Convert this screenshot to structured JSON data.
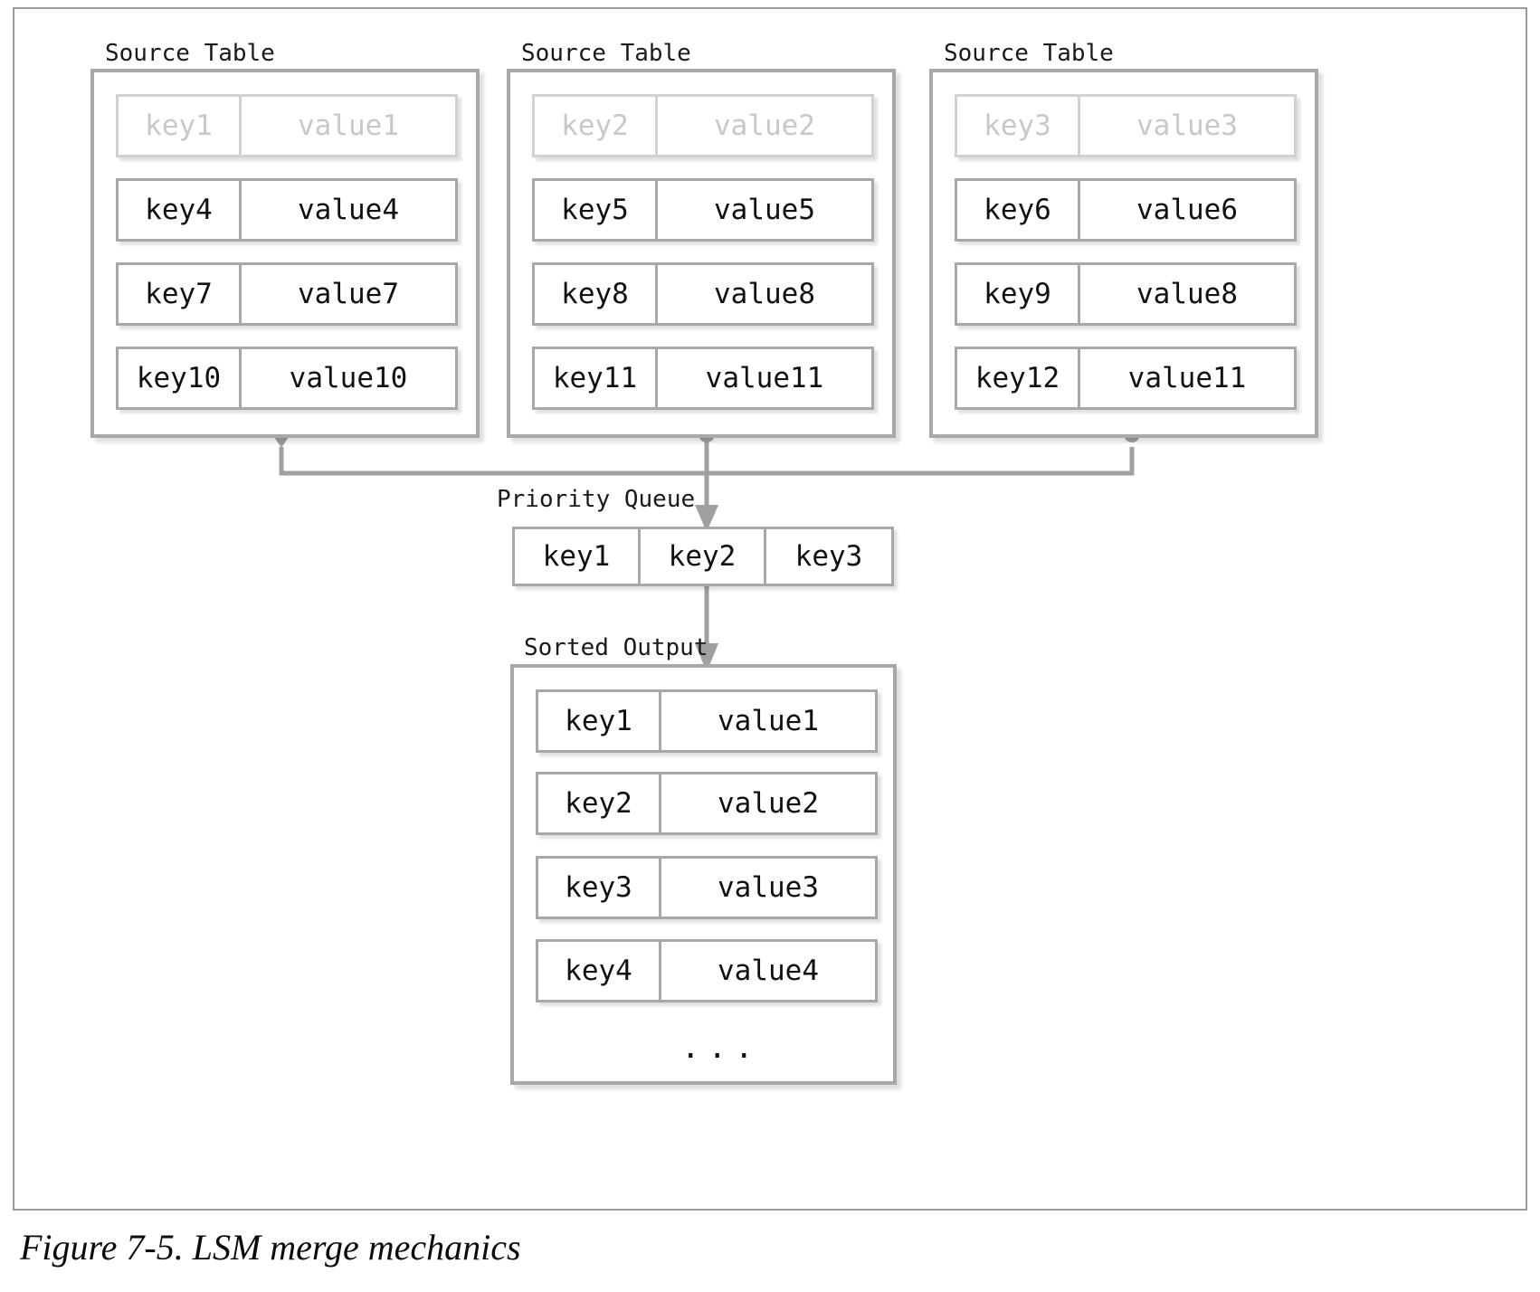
{
  "figure": {
    "caption": "Figure 7-5. LSM merge mechanics"
  },
  "source_tables": [
    {
      "label": "Source Table",
      "rows": [
        {
          "key": "key1",
          "value": "value1",
          "consumed": true
        },
        {
          "key": "key4",
          "value": "value4",
          "consumed": false
        },
        {
          "key": "key7",
          "value": "value7",
          "consumed": false
        },
        {
          "key": "key10",
          "value": "value10",
          "consumed": false
        }
      ]
    },
    {
      "label": "Source Table",
      "rows": [
        {
          "key": "key2",
          "value": "value2",
          "consumed": true
        },
        {
          "key": "key5",
          "value": "value5",
          "consumed": false
        },
        {
          "key": "key8",
          "value": "value8",
          "consumed": false
        },
        {
          "key": "key11",
          "value": "value11",
          "consumed": false
        }
      ]
    },
    {
      "label": "Source Table",
      "rows": [
        {
          "key": "key3",
          "value": "value3",
          "consumed": true
        },
        {
          "key": "key6",
          "value": "value6",
          "consumed": false
        },
        {
          "key": "key9",
          "value": "value8",
          "consumed": false
        },
        {
          "key": "key12",
          "value": "value11",
          "consumed": false
        }
      ]
    }
  ],
  "priority_queue": {
    "label": "Priority Queue",
    "entries": [
      "key1",
      "key2",
      "key3"
    ]
  },
  "sorted_output": {
    "label": "Sorted Output",
    "rows": [
      {
        "key": "key1",
        "value": "value1"
      },
      {
        "key": "key2",
        "value": "value2"
      },
      {
        "key": "key3",
        "value": "value3"
      },
      {
        "key": "key4",
        "value": "value4"
      }
    ],
    "continuation": "..."
  },
  "colors": {
    "border": "#a8a8a8",
    "faded_text": "#c8c8c8",
    "text": "#111111",
    "connector": "#a0a0a0",
    "frame": "#9a9a9a"
  }
}
